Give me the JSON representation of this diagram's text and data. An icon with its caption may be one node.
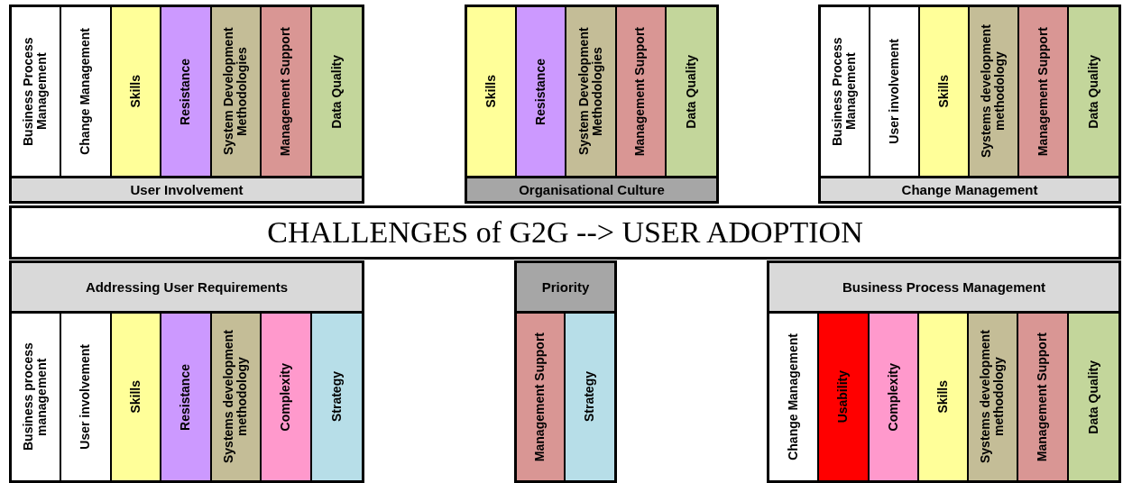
{
  "diagram": {
    "nodes": [
      {
        "text": [
          "User Involvement"
        ]
      },
      {
        "text": [
          "Business Process Management"
        ],
        "in": 0
      },
      {
        "text": [
          "Change Management"
        ],
        "in": 0
      },
      {
        "text": [
          "Skills"
        ],
        "in": 0
      },
      {
        "text": [
          "Resistance"
        ],
        "in": 0
      },
      {
        "text": [
          "System Development Methodologies"
        ],
        "in": 0
      },
      {
        "text": [
          "Management Support"
        ],
        "in": 0
      },
      {
        "text": [
          "Data Quality"
        ],
        "in": 0
      },
      {
        "text": [
          "Organisational Culture"
        ]
      },
      {
        "text": [
          "Skills"
        ],
        "in": 8
      },
      {
        "text": [
          "Resistance"
        ],
        "in": 8
      },
      {
        "text": [
          "System Development Methodologies"
        ],
        "in": 8
      },
      {
        "text": [
          "Management Support"
        ],
        "in": 8
      },
      {
        "text": [
          "Data Quality"
        ],
        "in": 8
      },
      {
        "text": [
          "Change Management"
        ]
      },
      {
        "text": [
          "Business Process Management"
        ],
        "in": 14
      },
      {
        "text": [
          "User involvement"
        ],
        "in": 14
      },
      {
        "text": [
          "Skills"
        ],
        "in": 14
      },
      {
        "text": [
          "Systems development methodology"
        ],
        "in": 14
      },
      {
        "text": [
          "Management Support"
        ],
        "in": 14
      },
      {
        "text": [
          "Data Quality"
        ],
        "in": 14
      },
      {
        "text": [
          "CHALLENGES of G2G --> USER ADOPTION"
        ]
      },
      {
        "text": [
          "Addressing User Requirements"
        ]
      },
      {
        "text": [
          "Business process management"
        ],
        "in": 22
      },
      {
        "text": [
          "User involvement"
        ],
        "in": 22
      },
      {
        "text": [
          "Skills"
        ],
        "in": 22
      },
      {
        "text": [
          "Resistance"
        ],
        "in": 22
      },
      {
        "text": [
          "Systems development methodology"
        ],
        "in": 22
      },
      {
        "text": [
          "Complexity"
        ],
        "in": 22
      },
      {
        "text": [
          "Strategy"
        ],
        "in": 22
      },
      {
        "text": [
          "Priority"
        ]
      },
      {
        "text": [
          "Management Support"
        ],
        "in": 30
      },
      {
        "text": [
          "Strategy"
        ],
        "in": 30
      },
      {
        "text": [
          "Business Process Management"
        ]
      },
      {
        "text": [
          "Change Management"
        ],
        "in": 33
      },
      {
        "text": [
          "Usability"
        ],
        "in": 33
      },
      {
        "text": [
          "Complexity"
        ],
        "in": 33
      },
      {
        "text": [
          "Skills"
        ],
        "in": 33
      },
      {
        "text": [
          "Systems development methodology"
        ],
        "in": 33
      },
      {
        "text": [
          "Management Support"
        ],
        "in": 33
      },
      {
        "text": [
          "Data Quality"
        ],
        "in": 33
      }
    ],
    "edges": []
  }
}
